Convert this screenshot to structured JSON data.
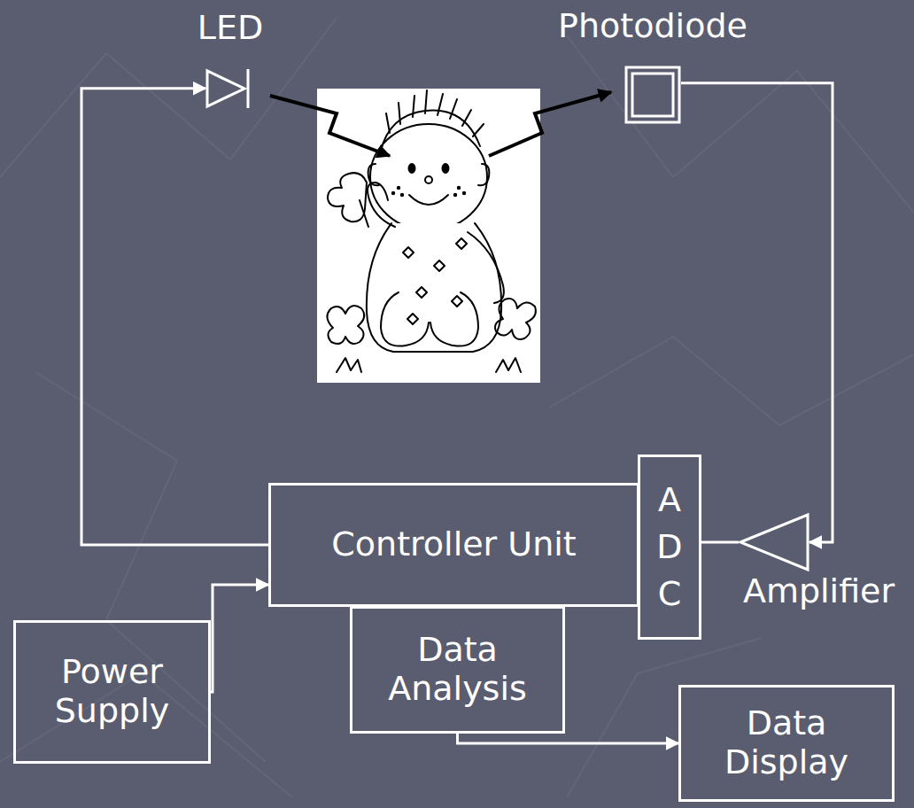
{
  "diagram": {
    "nodes": [
      {
        "text": [
          "LED"
        ]
      },
      {
        "text": [
          "Photodiode"
        ]
      },
      {
        "text": [
          "Controller Unit"
        ]
      },
      {
        "text": [
          "A D C"
        ]
      },
      {
        "text": [
          "Amplifier"
        ]
      },
      {
        "text": [
          "Power Supply"
        ]
      },
      {
        "text": [
          "Data Analysis"
        ]
      },
      {
        "text": [
          "Data Display"
        ]
      }
    ],
    "edges": [
      {
        "from": 2,
        "to": 0,
        "arrow": "to"
      },
      {
        "from": 1,
        "to": 4,
        "arrow": "to"
      },
      {
        "from": 4,
        "to": 3,
        "arrow": "none"
      },
      {
        "from": 5,
        "to": 2,
        "arrow": "to"
      },
      {
        "from": 6,
        "to": 7,
        "arrow": "to"
      }
    ]
  }
}
